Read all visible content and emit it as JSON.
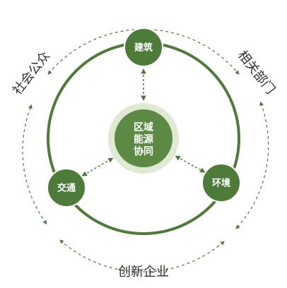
{
  "colors": {
    "ring": "#4e7a3a",
    "node_fill": "#4e7a3a",
    "center_fill": "#5c8a45",
    "center_halo": "#dfe9d3",
    "dashed": "#4e7a3a",
    "outer_text": "#2f2f2f"
  },
  "center": {
    "lines": [
      "区域",
      "能源",
      "协同"
    ]
  },
  "nodes": {
    "top": "建筑",
    "left": "交通",
    "right": "环境"
  },
  "outer_labels": {
    "left": "社会公众",
    "right": "相关部门",
    "bottom": "创新企业"
  }
}
